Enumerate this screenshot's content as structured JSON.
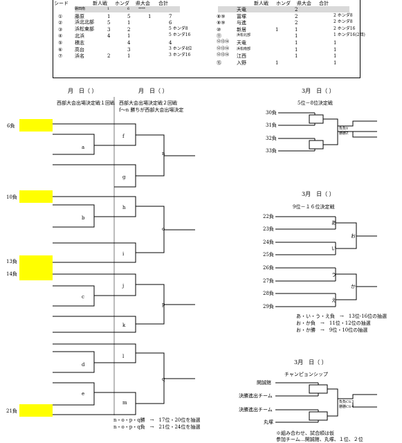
{
  "top_table": {
    "seed_header": "シード",
    "col_headers": [
      "新人戦",
      "ホンダ",
      "県大会",
      "合計"
    ],
    "left_rows": [
      {
        "seed": "",
        "team": "磐田南",
        "c1": "1",
        "c2": "6",
        "c3": "****",
        "c4": ""
      },
      {
        "seed": "①",
        "team": "藤原",
        "c1": "1",
        "c2": "5",
        "c3": "1",
        "c4": "7"
      },
      {
        "seed": "②",
        "team": "浜北北部",
        "c1": "5",
        "c2": "1",
        "c3": "",
        "c4": "6"
      },
      {
        "seed": "③",
        "team": "浜松東部",
        "c1": "3",
        "c2": "2",
        "c3": "",
        "c4": "5 ホンダ8"
      },
      {
        "seed": "④",
        "team": "北浜",
        "c1": "4",
        "c2": "1",
        "c3": "",
        "c4": "5 ホンダ16"
      },
      {
        "seed": "⑤",
        "team": "積志",
        "c1": "",
        "c2": "4",
        "c3": "",
        "c4": "4"
      },
      {
        "seed": "⑥",
        "team": "高台",
        "c1": "",
        "c2": "3",
        "c3": "",
        "c4": "3 ホンダ4位"
      },
      {
        "seed": "⑦",
        "team": "浜名",
        "c1": "2",
        "c2": "1",
        "c3": "",
        "c4": "3 ホンダ16"
      }
    ],
    "right_rows": [
      {
        "seed": "",
        "team": "天竜",
        "c1": "",
        "c2": "2",
        "c3": "",
        "c4": ""
      },
      {
        "seed": "⑧⑨",
        "team": "冨塚",
        "c1": "",
        "c2": "2",
        "c3": "",
        "c4": "2 ホンダ8"
      },
      {
        "seed": "⑧⑨",
        "team": "与進",
        "c1": "",
        "c2": "2",
        "c3": "",
        "c4": "2 ホンダ8"
      },
      {
        "seed": "⑩",
        "team": "新居",
        "c1": "1",
        "c2": "1",
        "c3": "",
        "c4": "2 ホンダ16"
      },
      {
        "seed": "⑪",
        "team": "浜松北部",
        "c1": "",
        "c2": "1",
        "c3": "",
        "c4": "1 ホンダ16(2回)"
      },
      {
        "seed": "⑫⑬⑭",
        "team": "天竜",
        "c1": "",
        "c2": "1",
        "c3": "",
        "c4": "1"
      },
      {
        "seed": "⑫⑬⑭",
        "team": "浜松南部",
        "c1": "",
        "c2": "1",
        "c3": "",
        "c4": "1"
      },
      {
        "seed": "⑫⑬⑭",
        "team": "江西",
        "c1": "",
        "c2": "1",
        "c3": "",
        "c4": "1"
      },
      {
        "seed": "⑮",
        "team": "入野",
        "c1": "1",
        "c2": "",
        "c3": "",
        "c4": "1"
      }
    ]
  },
  "round_dates": {
    "r1": "月　日（ ）",
    "r2": "月　日（ ）",
    "pl5": "3月　日（ ）",
    "pl9": "3月　日（ ）",
    "champ": "3月　日（ ）"
  },
  "round_titles": {
    "r1": "西部大会出場決定戦１回戦",
    "r2_line1": "西部大会出場決定戦２回戦",
    "r2_line2": "f～n 勝ちが西部大会出場決定",
    "pl5": "5位－8位決定戦",
    "pl9": "9位－１６位決定戦",
    "champ": "チャンピョンシップ"
  },
  "bracket": {
    "left_slots": [
      "6負",
      "10負",
      "13負",
      "14負",
      "21負"
    ],
    "r1_matches": [
      "a",
      "b",
      "c",
      "d",
      "e"
    ],
    "r2_matches": [
      "f",
      "g",
      "h",
      "i",
      "j",
      "k",
      "l",
      "m"
    ],
    "r3_matches": [
      "n",
      "o",
      "p",
      "q"
    ]
  },
  "place5": {
    "slots": [
      "30負",
      "31負",
      "32負",
      "33負"
    ],
    "matches": [
      "W",
      "X"
    ],
    "result_line1": "負負Y",
    "result_line2": "勝勝Z"
  },
  "place9": {
    "slots": [
      "22負",
      "23負",
      "24負",
      "25負",
      "26負",
      "27負",
      "28負",
      "29負"
    ],
    "matches": [
      "あ",
      "い",
      "う",
      "え"
    ],
    "semis": [
      "お",
      "か"
    ],
    "notes": [
      "あ・い・う・え負　→　13位-16位の抽選",
      "お・か負　→　11位・12位の抽選",
      "お・か勝　→　9位・10位の抽選"
    ]
  },
  "champ": {
    "slots": [
      "開誠館",
      "決勝進出チーム",
      "決勝進出チーム",
      "丸塚"
    ],
    "matches": [
      "CS１",
      "CS２"
    ],
    "result_line1": "負負CS３",
    "result_line2": "勝勝CS４",
    "notes": [
      "※組み合わせ、試合順は仮",
      "参加チーム…開誠館、丸塚、１位、２位"
    ]
  },
  "bottom_notes": [
    "n・o・p・q勝　→　17位・20位を抽選",
    "n・o・p・q負　→　21位・24位を抽選"
  ]
}
